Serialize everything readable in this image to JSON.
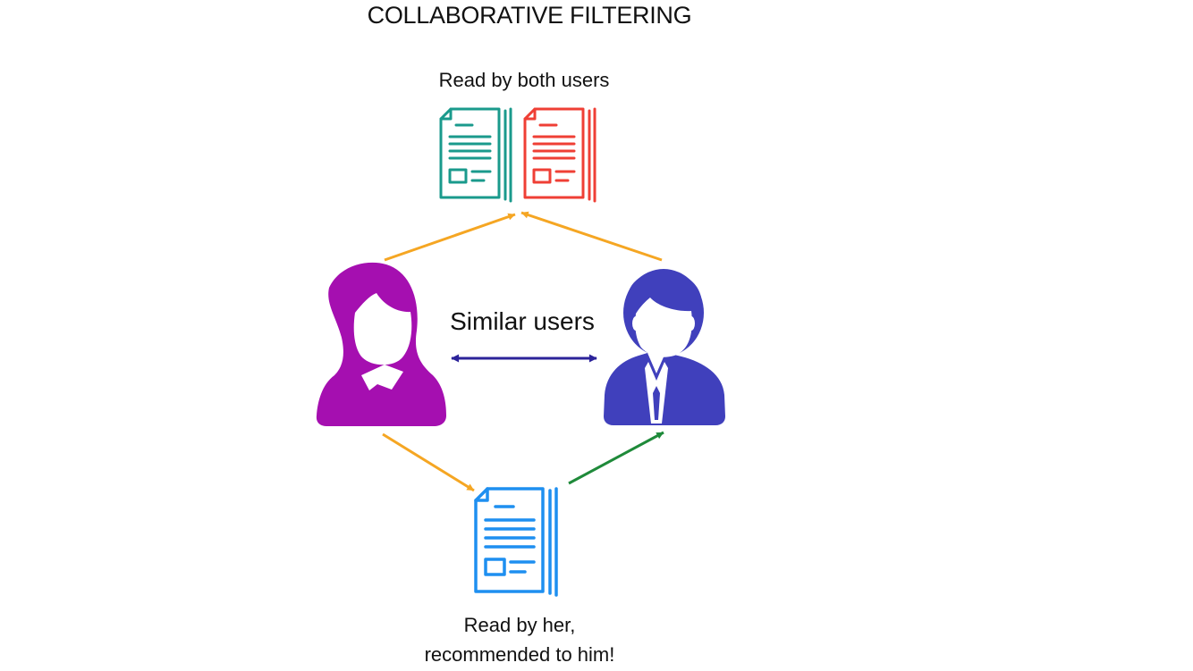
{
  "title": "COLLABORATIVE FILTERING",
  "top_caption": "Read by both users",
  "center_caption": "Similar users",
  "bottom_caption": {
    "line1": "Read by her,",
    "line2": "recommended to him!"
  },
  "colors": {
    "document_shared_a": "#1a9a8c",
    "document_shared_b": "#ef3f35",
    "document_recommended": "#1e8ff0",
    "user_her": "#a50fb0",
    "user_him": "#4040bc",
    "arrow_read": "#f5a623",
    "arrow_similar": "#2c239a",
    "arrow_recommend": "#1f8a3a"
  },
  "icons": [
    "document-icon",
    "female-user-icon",
    "male-user-icon"
  ]
}
